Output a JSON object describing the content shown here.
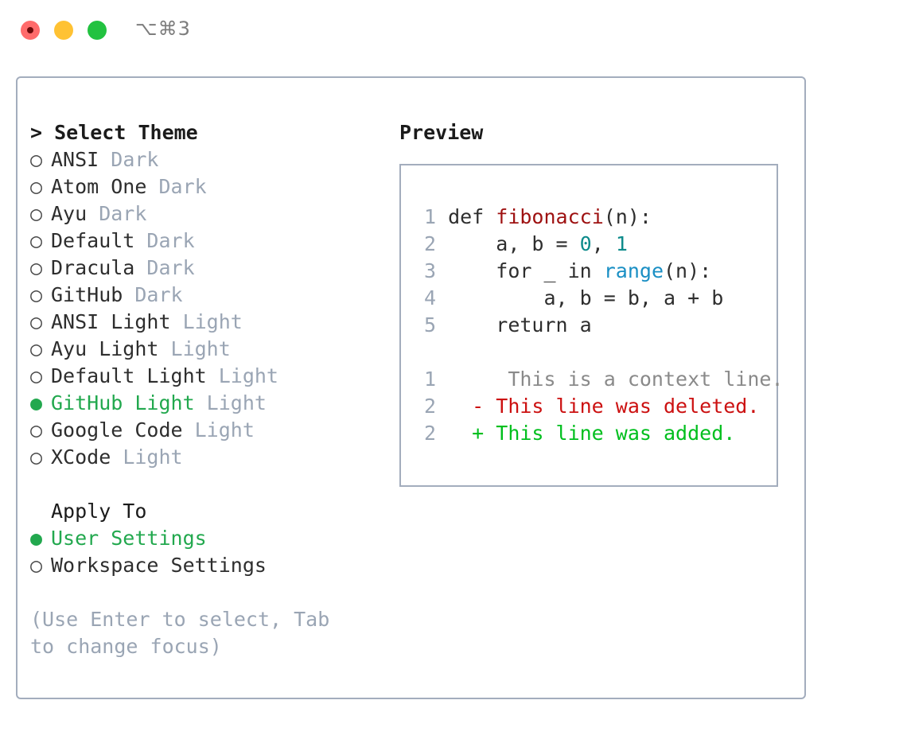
{
  "window": {
    "shortcut": "⌥⌘3",
    "traffic_lights": [
      {
        "name": "close",
        "color": "#ff6b6b"
      },
      {
        "name": "minimize",
        "color": "#ffc233"
      },
      {
        "name": "maximize",
        "color": "#22c240"
      }
    ],
    "accent_green": "#22a84e",
    "border_color": "#a3adbd"
  },
  "theme_picker": {
    "header": "> Select Theme",
    "items": [
      {
        "bullet": "○",
        "name": "ANSI",
        "tag": "Dark",
        "selected": false
      },
      {
        "bullet": "○",
        "name": "Atom One",
        "tag": "Dark",
        "selected": false
      },
      {
        "bullet": "○",
        "name": "Ayu",
        "tag": "Dark",
        "selected": false
      },
      {
        "bullet": "○",
        "name": "Default",
        "tag": "Dark",
        "selected": false
      },
      {
        "bullet": "○",
        "name": "Dracula",
        "tag": "Dark",
        "selected": false
      },
      {
        "bullet": "○",
        "name": "GitHub",
        "tag": "Dark",
        "selected": false
      },
      {
        "bullet": "○",
        "name": "ANSI Light",
        "tag": "Light",
        "selected": false
      },
      {
        "bullet": "○",
        "name": "Ayu Light",
        "tag": "Light",
        "selected": false
      },
      {
        "bullet": "○",
        "name": "Default Light",
        "tag": "Light",
        "selected": false
      },
      {
        "bullet": "●",
        "name": "GitHub Light",
        "tag": "Light",
        "selected": true
      },
      {
        "bullet": "○",
        "name": "Google Code",
        "tag": "Light",
        "selected": false
      },
      {
        "bullet": "○",
        "name": "XCode",
        "tag": "Light",
        "selected": false
      }
    ]
  },
  "apply_to": {
    "header": "Apply To",
    "options": [
      {
        "bullet": "●",
        "label": "User Settings",
        "selected": true
      },
      {
        "bullet": "○",
        "label": "Workspace Settings",
        "selected": false
      }
    ]
  },
  "hint": "(Use Enter to select, Tab to change focus)",
  "preview": {
    "title": "Preview",
    "code_lines": [
      {
        "number": "1",
        "segments": [
          {
            "text": "def ",
            "style": "plain"
          },
          {
            "text": "fibonacci",
            "style": "fn"
          },
          {
            "text": "(n):",
            "style": "plain"
          }
        ]
      },
      {
        "number": "2",
        "segments": [
          {
            "text": "    a, b = ",
            "style": "plain"
          },
          {
            "text": "0",
            "style": "num"
          },
          {
            "text": ", ",
            "style": "plain"
          },
          {
            "text": "1",
            "style": "num"
          }
        ]
      },
      {
        "number": "3",
        "segments": [
          {
            "text": "    for _ in ",
            "style": "plain"
          },
          {
            "text": "range",
            "style": "call"
          },
          {
            "text": "(n):",
            "style": "plain"
          }
        ]
      },
      {
        "number": "4",
        "segments": [
          {
            "text": "        a, b = b, a + b",
            "style": "plain"
          }
        ]
      },
      {
        "number": "5",
        "segments": [
          {
            "text": "    return a",
            "style": "plain"
          }
        ]
      }
    ],
    "diff_lines": [
      {
        "number": "1",
        "marker": " ",
        "text": "  This is a context line.",
        "kind": "context"
      },
      {
        "number": "2",
        "marker": "-",
        "text": " This line was deleted.",
        "kind": "deleted"
      },
      {
        "number": "2",
        "marker": "+",
        "text": " This line was added.",
        "kind": "added"
      }
    ]
  }
}
